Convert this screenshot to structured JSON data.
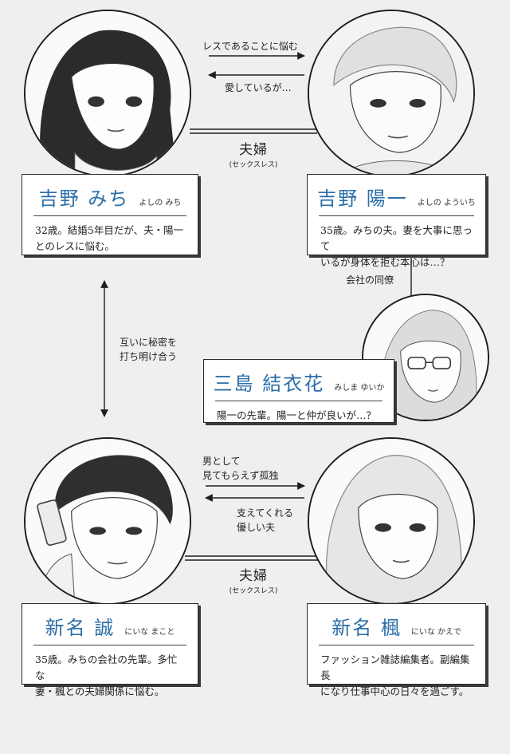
{
  "characters": {
    "michi": {
      "name": "吉野 みち",
      "reading": "よしの みち",
      "desc_line1": "32歳。結婚5年目だが、夫・陽一",
      "desc_line2": "とのレスに悩む。"
    },
    "yoichi": {
      "name": "吉野 陽一",
      "reading": "よしの よういち",
      "desc_line1": "35歳。みちの夫。妻を大事に思って",
      "desc_line2": "いるが身体を拒む本心は…？"
    },
    "yuika": {
      "name": "三島 結衣花",
      "reading": "みしま ゆいか",
      "desc_line1": "陽一の先輩。陽一と仲が良いが…？"
    },
    "makoto": {
      "name": "新名 誠",
      "reading": "にいな まこと",
      "desc_line1": "35歳。みちの会社の先輩。多忙な",
      "desc_line2": "妻・楓との夫婦関係に悩む。"
    },
    "kaede": {
      "name": "新名 楓",
      "reading": "にいな かえで",
      "desc_line1": "ファッション雑誌編集者。副編集長",
      "desc_line2": "になり仕事中心の日々を過ごす。"
    }
  },
  "relations": {
    "top_right_arrow": "レスであることに悩む",
    "top_left_arrow": "愛しているが…",
    "top_couple": "夫婦",
    "top_couple_sub": "(セックスレス)",
    "coworker": "会社の同僚",
    "secret_line1": "互いに秘密を",
    "secret_line2": "打ち明け合う",
    "bottom_right_arrow_line1": "男として",
    "bottom_right_arrow_line2": "見てもらえず孤独",
    "bottom_left_arrow_line1": "支えてくれる",
    "bottom_left_arrow_line2": "優しい夫",
    "bottom_couple": "夫婦",
    "bottom_couple_sub": "(セックスレス)"
  },
  "colors": {
    "name_blue": "#2c6ea8",
    "background": "#efefef",
    "line": "#1e1e1e"
  }
}
